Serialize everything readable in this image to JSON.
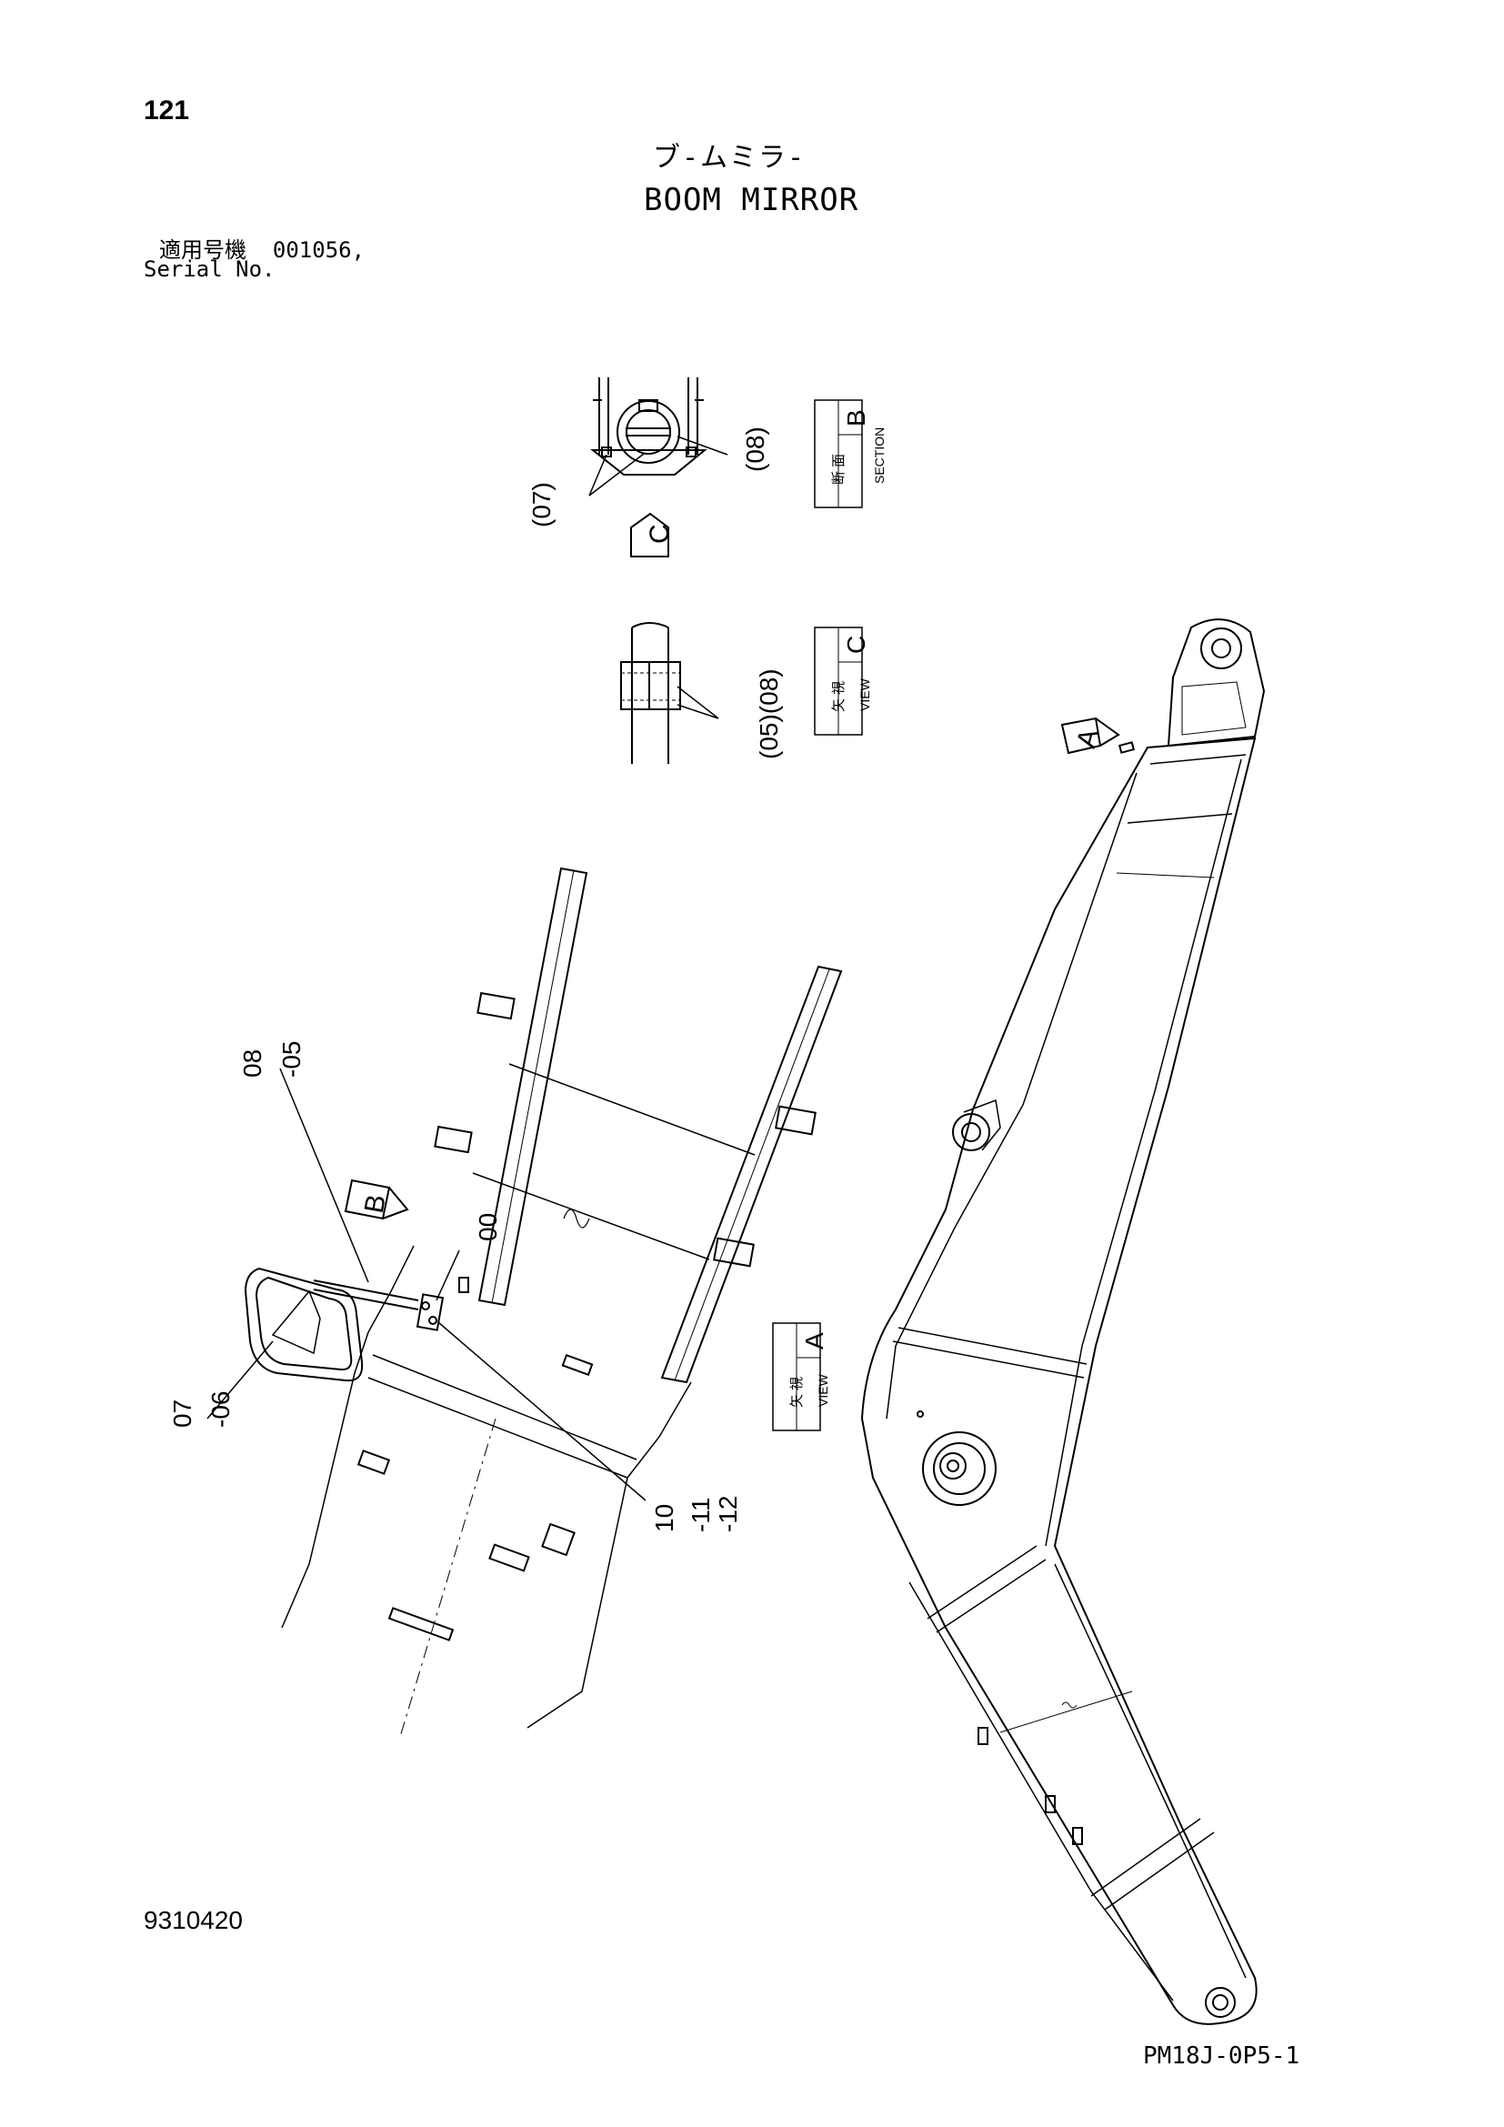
{
  "header": {
    "page_number": "121",
    "title_jp": "ブ-ムミラ-",
    "title_en": "BOOM MIRROR",
    "serial_jp": "適用号機  001056,",
    "serial_en": "Serial No."
  },
  "views": {
    "section_b": {
      "jp": "断 面",
      "en": "SECTION",
      "letter": "B"
    },
    "view_c": {
      "jp": "矢 視",
      "en": "VIEW",
      "letter": "C"
    },
    "view_a": {
      "jp": "矢 視",
      "en": "VIEW",
      "letter": "A"
    }
  },
  "arrows": {
    "c": "C",
    "b": "B",
    "a": "A"
  },
  "callouts": {
    "c07": "(07)",
    "c08": "(08)",
    "c05_08": "(05)(08)",
    "c08_05_a": "08",
    "c08_05_b": "-05",
    "c00": "00",
    "c07_06_a": "07",
    "c07_06_b": "-06",
    "c10_12_a": "10",
    "c10_12_b": "-11",
    "c10_12_c": "-12"
  },
  "footer": {
    "doc_code": "9310420",
    "sheet_code": "PM18J-0P5-1"
  }
}
